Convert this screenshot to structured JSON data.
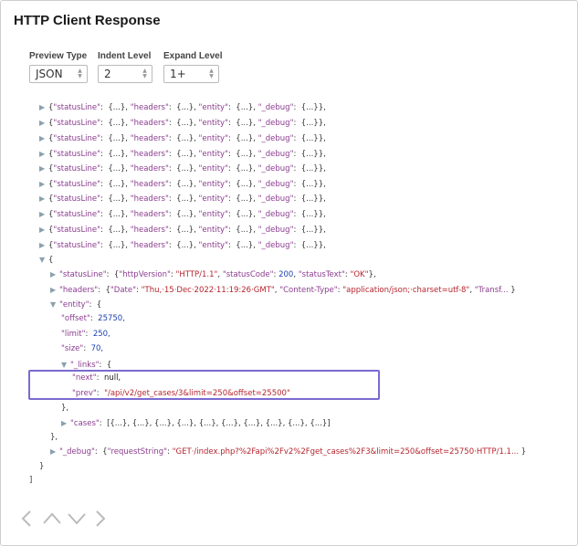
{
  "title": "HTTP Client Response",
  "controls": {
    "preview_type": {
      "label": "Preview Type",
      "value": "JSON"
    },
    "indent_level": {
      "label": "Indent Level",
      "value": "2"
    },
    "expand_level": {
      "label": "Expand Level",
      "value": "1+"
    }
  },
  "collapsed_row": {
    "k1": "\"statusLine\"",
    "v1": "{...}",
    "k2": "\"headers\"",
    "v2": "{...}",
    "k3": "\"entity\"",
    "v3": "{...}",
    "k4": "\"_debug\"",
    "v4": "{...}"
  },
  "expanded": {
    "open_brace": "{",
    "statusLine": {
      "key": "\"statusLine\"",
      "httpVersion_key": "\"httpVersion\"",
      "httpVersion_val": "\"HTTP/1.1\"",
      "statusCode_key": "\"statusCode\"",
      "statusCode_val": "200",
      "statusText_key": "\"statusText\"",
      "statusText_val": "\"OK\""
    },
    "headers": {
      "key": "\"headers\"",
      "date_key": "\"Date\"",
      "date_val": "\"Thu,·15·Dec·2022·11:19:26·GMT\"",
      "ct_key": "\"Content-Type\"",
      "ct_val": "\"application/json;·charset=utf-8\"",
      "trans_key": "\"Transf..."
    },
    "entity": {
      "key": "\"entity\"",
      "offset_key": "\"offset\"",
      "offset_val": "25750,",
      "limit_key": "\"limit\"",
      "limit_val": "250,",
      "size_key": "\"size\"",
      "size_val": "70,",
      "links_key": "\"_links\"",
      "next_key": "\"next\"",
      "next_val": "null,",
      "prev_key": "\"prev\"",
      "prev_val": "\"/api/v2/get_cases/3&limit=250&offset=25500\"",
      "cases_key": "\"cases\"",
      "cases_val": "[{...}, {...}, {...}, {...}, {...}, {...}, {...}, {...}, {...}, {...}]"
    },
    "debug": {
      "key": "\"_debug\"",
      "rs_key": "\"requestString\"",
      "rs_val": "\"GET·/index.php?%2Fapi%2Fv2%2Fget_cases%2F3&limit=250&offset=25750·HTTP/1.1..."
    },
    "close_brace": "}",
    "close_bracket": "]"
  }
}
